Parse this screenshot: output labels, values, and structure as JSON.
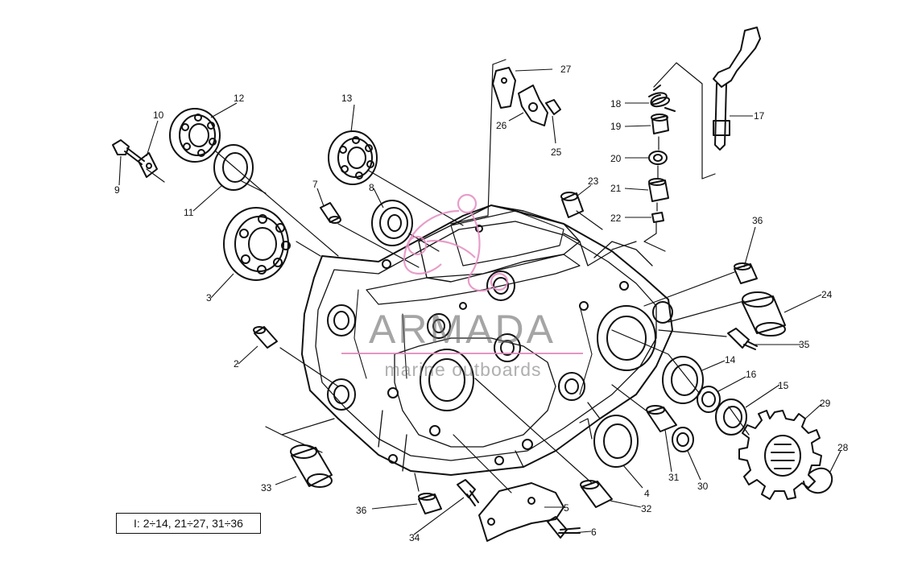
{
  "diagram": {
    "legend": "I: 2÷14, 21÷27, 31÷36",
    "watermark": {
      "name": "ARMADA",
      "tagline": "marine outboards",
      "accent_color": "#e38cbf"
    },
    "callouts": [
      "2",
      "3",
      "4",
      "5",
      "6",
      "7",
      "8",
      "9",
      "10",
      "11",
      "12",
      "13",
      "14",
      "15",
      "16",
      "17",
      "18",
      "19",
      "20",
      "21",
      "22",
      "23",
      "24",
      "25",
      "26",
      "27",
      "28",
      "29",
      "30",
      "31",
      "32",
      "33",
      "34",
      "35",
      "36",
      "36"
    ]
  }
}
